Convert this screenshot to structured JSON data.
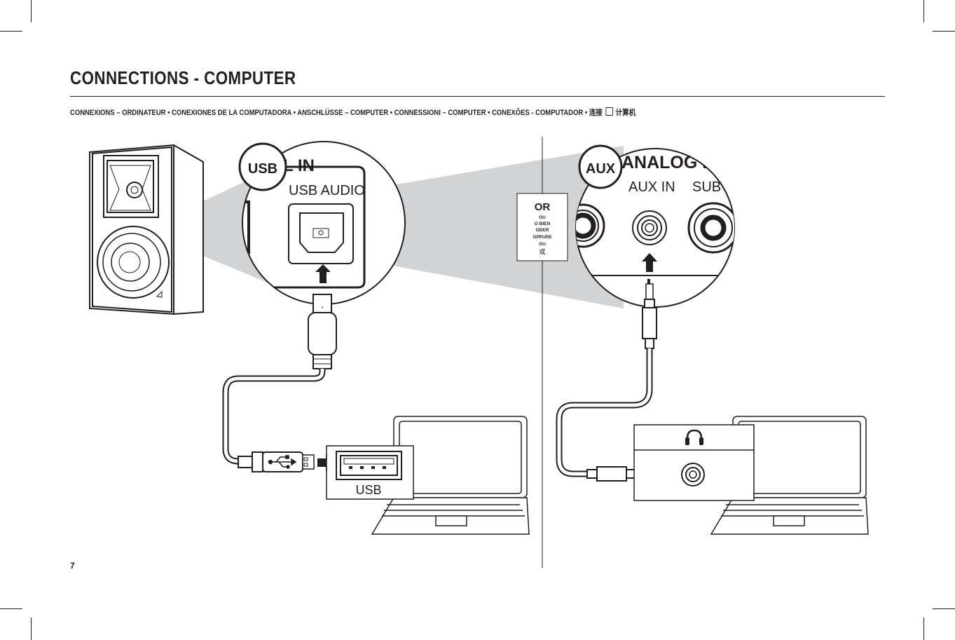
{
  "page": {
    "title": "CONNECTIONS - COMPUTER",
    "subtitle_parts": [
      "CONNEXIONS – ORDINATEUR  • CONEXIONES DE LA COMPUTADORA  • ANSCHLÜSSE – COMPUTER  • CONNESSIONI – COMPUTER  •  CONEXÕES - COMPUTADOR  •  连接",
      "计算机"
    ],
    "page_number": "7"
  },
  "usb_side": {
    "badge": "USB",
    "panel_header": "L IN",
    "port_label": "USB AUDIO",
    "laptop_port_label": "USB"
  },
  "or_box": {
    "main": "OR",
    "translations": [
      "OU",
      "O BIEN",
      "ODER",
      "OPPURE",
      "OU",
      "或"
    ]
  },
  "aux_side": {
    "badge": "AUX",
    "panel_header": "ANALOG IN/",
    "port_label": "AUX IN",
    "port_label_2": "SUB O"
  },
  "icons": [
    "speaker-illustration",
    "usb-symbol-icon",
    "headphones-icon",
    "arrow-up-icon",
    "arrow-right-icon"
  ],
  "colors": {
    "ink": "#231f20",
    "zoom_gray": "#d1d3d4",
    "paper": "#ffffff"
  }
}
